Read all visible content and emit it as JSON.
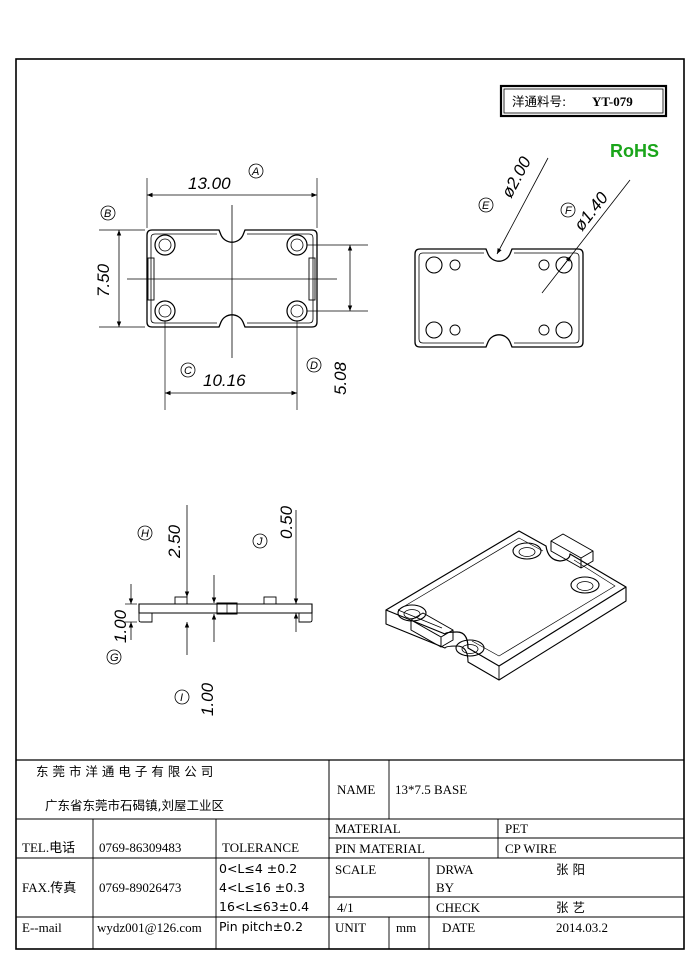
{
  "part_no": {
    "label": "洋通料号:",
    "value": "YT-079"
  },
  "rohs": "RoHS",
  "dims": {
    "a": "13.00",
    "b": "7.50",
    "c": "10.16",
    "d": "5.08",
    "e": "ø2.00",
    "f": "ø1.40",
    "g": "1.00",
    "h": "2.50",
    "i": "1.00",
    "j": "0.50"
  },
  "callouts": {
    "a": "A",
    "b": "B",
    "c": "C",
    "d": "D",
    "e": "E",
    "f": "F",
    "g": "G",
    "h": "H",
    "i": "I",
    "j": "J"
  },
  "title_block": {
    "company": "东 莞 市 洋 通 电 子 有 限 公 司",
    "address": "广东省东莞市石碣镇,刘屋工业区",
    "tel_label": "TEL.电话",
    "tel": "0769-86309483",
    "fax_label": "FAX.传真",
    "fax": "0769-89026473",
    "email_label": "E--mail",
    "email": "wydz001@126.com",
    "tolerance_label": "TOLERANCE",
    "tol1": "0<L≤4   ±0.2",
    "tol2": "4<L≤16  ±0.3",
    "tol3": "16<L≤63±0.4",
    "tol4": "Pin pitch±0.2",
    "name_label": "NAME",
    "name": "13*7.5 BASE",
    "material_label": "MATERIAL",
    "material": "PET",
    "pin_material_label": "PIN MATERIAL",
    "pin_material": "CP WIRE",
    "scale_label": "SCALE",
    "scale": "4/1",
    "drawn_label_1": "DRWA",
    "drawn_label_2": "BY",
    "drawn": "张 阳",
    "check_label": "CHECK",
    "check": "张 艺",
    "unit_label": "UNIT",
    "unit": "mm",
    "date_label": "DATE",
    "date": "2014.03.2"
  }
}
